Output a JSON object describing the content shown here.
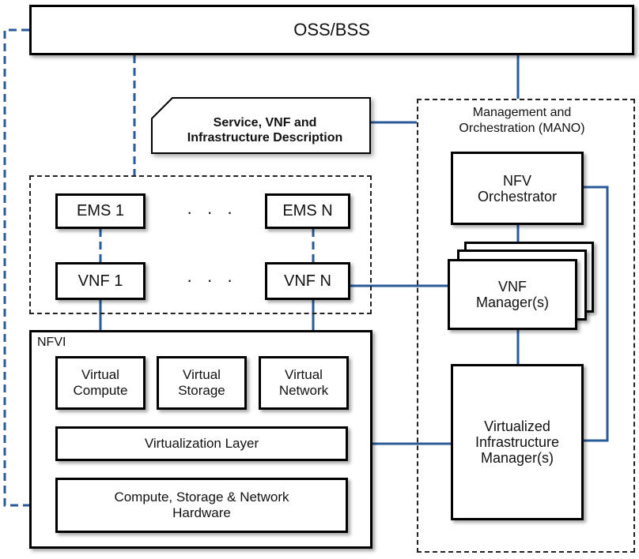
{
  "oss_bss": "OSS/BSS",
  "description": {
    "line1": "Service, VNF and",
    "line2": "Infrastructure Description"
  },
  "mano": {
    "line1": "Management and",
    "line2": "Orchestration (MANO)"
  },
  "nfv_orchestrator": {
    "line1": "NFV",
    "line2": "Orchestrator"
  },
  "vnf_manager": {
    "line1": "VNF",
    "line2": "Manager(s)"
  },
  "vim": {
    "line1": "Virtualized",
    "line2": "Infrastructure",
    "line3": "Manager(s)"
  },
  "ems1": "EMS 1",
  "emsn": "EMS N",
  "vnf1": "VNF 1",
  "vnfn": "VNF N",
  "dots": "· · ·",
  "nfvi": "NFVI",
  "virtual_compute": {
    "line1": "Virtual",
    "line2": "Compute"
  },
  "virtual_storage": {
    "line1": "Virtual",
    "line2": "Storage"
  },
  "virtual_network": {
    "line1": "Virtual",
    "line2": "Network"
  },
  "virtualization_layer": "Virtualization Layer",
  "hardware": {
    "line1": "Compute, Storage & Network",
    "line2": "Hardware"
  },
  "colors": {
    "connector": "#2a5a9a",
    "border": "#000000"
  }
}
